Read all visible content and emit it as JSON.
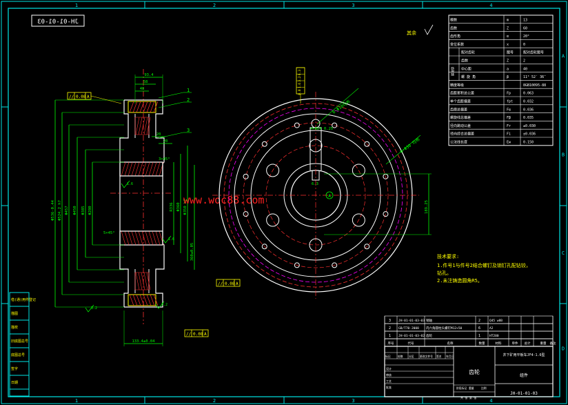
{
  "colors": {
    "background": "#000000",
    "frame": "#00e5e5",
    "outline": "#ffffff",
    "green": "#00ff00",
    "yellow": "#ffff00",
    "red": "#ff3030",
    "magenta": "#ff00ff",
    "hatch": "#ff3030",
    "watermark": "#ff2020"
  },
  "zones": {
    "top": [
      "1",
      "2",
      "3",
      "4"
    ],
    "bottom": [
      "1",
      "2",
      "3",
      "4"
    ],
    "right": [
      "A",
      "B",
      "C",
      "D"
    ]
  },
  "drawing_code_mirrored": "JH-01-01-03",
  "watermark": "www.woc88.com",
  "roughness_note": "其余",
  "section_view": {
    "balloons": [
      "1",
      "2",
      "3"
    ],
    "dims_top": [
      "93.4",
      "58",
      "48",
      "20",
      "20"
    ],
    "dims_left_vertical": [
      "Φ536-0.44",
      "Φ524.2 h7",
      "Φ457",
      "Φ450",
      "Φ385",
      "Φ280"
    ],
    "dims_right_vertical": [
      "R336",
      "Φ360",
      "Φ350 h7",
      "360±0.05"
    ],
    "chamfer": "3×45°",
    "key_chamfer": "5×45°",
    "tolerance_frames": [
      {
        "symbol": "//",
        "value": "0.08",
        "datum": "A"
      },
      {
        "symbol": "//",
        "value": "0.08",
        "datum": "A"
      },
      {
        "symbol": "//",
        "value": "0.08",
        "datum": "A"
      }
    ],
    "bottom_dim": "133.4±0.04",
    "roughness": [
      "3.2",
      "1.6",
      "1.6",
      "3.2"
    ],
    "misc_labels": [
      "1.6",
      "3.2"
    ]
  },
  "front_view": {
    "hole_note_top": "6-Φ18均布",
    "hole_note_right": "6-Φ30 均布",
    "pcd_note": "4×Φ24 0.25",
    "key_label": "6.3",
    "width_dim": "189.25",
    "datum": "A",
    "stacked_box": [
      "6.3",
      "3.2",
      "1.6",
      "0.8"
    ]
  },
  "gear_params": [
    {
      "name": "模数",
      "sym": "m",
      "val": "13"
    },
    {
      "name": "齿数",
      "sym": "Z",
      "val": "60"
    },
    {
      "name": "齿形角",
      "sym": "α",
      "val": "20°"
    },
    {
      "name": "变位系数",
      "sym": "x",
      "val": "0"
    },
    {
      "group": "齿轮副",
      "name": "配对齿轮",
      "sym": "图号",
      "val": "配对齿轮图号"
    },
    {
      "group": "齿轮副",
      "name": "齿数",
      "sym": "Z",
      "val": "2"
    },
    {
      "group": "齿轮副",
      "name": "中心距",
      "sym": "a",
      "val": "40"
    },
    {
      "group": "齿轮副",
      "name": "螺 旋 角",
      "sym": "β",
      "val": "11° 52′ 36″"
    },
    {
      "name": "精度等级",
      "sym": "",
      "val": "8GB10095-88"
    },
    {
      "name": "齿距累积总公差",
      "sym": "Fp",
      "val": "0.063"
    },
    {
      "name": "单个齿距偏差",
      "sym": "fpt",
      "val": "0.032"
    },
    {
      "name": "齿廓总偏差",
      "sym": "Fα",
      "val": "0.036"
    },
    {
      "name": "螺旋线总偏差",
      "sym": "Fβ",
      "val": "0.035"
    },
    {
      "name": "径向跳动公差",
      "sym": "Fr",
      "val": "±0.030"
    },
    {
      "name": "径向综合总偏差",
      "sym": "Fi",
      "val": "±0.036"
    },
    {
      "name": "公法线长度",
      "sym": "Ew",
      "val": "0.150"
    }
  ],
  "tech_req": {
    "title": "技术要求:",
    "lines": [
      "1.件号1与件号2结合螺钉及销钉孔配钻铰，",
      "钻孔。",
      "2.未注铸造圆角R5。"
    ]
  },
  "bom": [
    {
      "no": "3",
      "code": "JH-01-01-03-03",
      "name": "销轴",
      "qty": "2",
      "mat": "Q45 w8B"
    },
    {
      "no": "2",
      "code": "GB/T70-2008",
      "name": "内六角圆柱头螺钉M12×50",
      "qty": "6",
      "mat": "A2"
    },
    {
      "no": "1",
      "code": "JH-01-01-03-02",
      "name": "齿轮",
      "qty": "1",
      "mat": "HT200"
    }
  ],
  "title_block": {
    "header_cells": [
      "序号",
      "代号",
      "名称",
      "数量",
      "材料",
      "单件",
      "总计",
      "重量",
      "备注"
    ],
    "part_name": "齿轮",
    "company": "井下矿用平板车JF4-1.6型",
    "drawing_no": "JH-01-01-03",
    "sub": "组件",
    "sign_rows": [
      "标记",
      "处数",
      "分区",
      "更改文件号",
      "签名",
      "年月日"
    ],
    "sign_roles": [
      "设计",
      "审核",
      "工艺",
      "批准"
    ],
    "scale_labels": [
      "阶段标记",
      "重量",
      "比例"
    ],
    "sheet": "共  张 第  张"
  },
  "left_strip": [
    "借(通)用件登记",
    "描图",
    "描校",
    "旧底图总号",
    "底图总号",
    "签字",
    "日期"
  ]
}
